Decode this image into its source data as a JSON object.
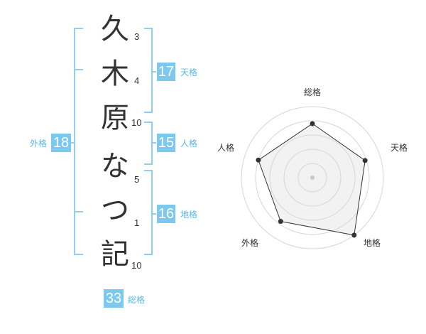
{
  "name": {
    "chars": [
      "久",
      "木",
      "原",
      "な",
      "つ",
      "記"
    ],
    "strokes": [
      "3",
      "4",
      "10",
      "5",
      "1",
      "10"
    ]
  },
  "fortune": {
    "tenkaku": {
      "value": "17",
      "label": "天格"
    },
    "jinkaku": {
      "value": "15",
      "label": "人格"
    },
    "chikaku": {
      "value": "16",
      "label": "地格"
    },
    "gaikaku": {
      "value": "18",
      "label": "外格"
    },
    "soukaku": {
      "value": "33",
      "label": "総格"
    }
  },
  "colors": {
    "accent": "#7cc8ee",
    "accent_text": "#5bb8e8",
    "bracket": "#8fd0f0",
    "radar_fill": "#f2f2f2",
    "radar_ring": "#d6d6d6",
    "radar_line": "#333333"
  },
  "radar": {
    "axes": [
      "総格",
      "天格",
      "地格",
      "外格",
      "人格"
    ],
    "max": 5,
    "values": [
      3.8,
      3.9,
      5.0,
      3.8,
      4.0
    ]
  }
}
